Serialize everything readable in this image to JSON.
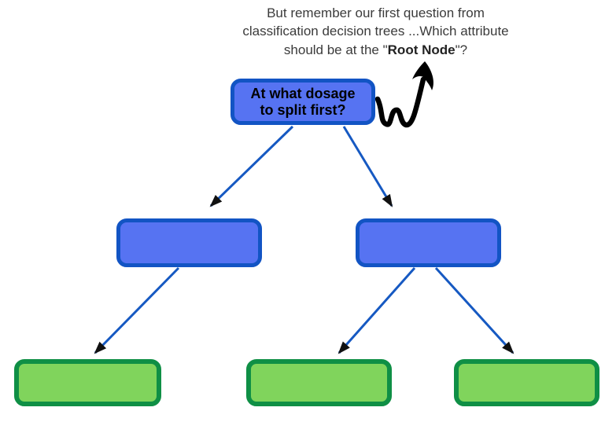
{
  "heading": {
    "line1": "But remember our first question from",
    "line2": "classification decision trees ...Which attribute",
    "line3_prefix": "should be at the \"",
    "line3_bold": "Root Node",
    "line3_suffix": "\"?"
  },
  "tree": {
    "root_node": {
      "label_line1": "At what dosage",
      "label_line2": "to split first?"
    },
    "internal_nodes": [
      {
        "label": ""
      },
      {
        "label": ""
      }
    ],
    "leaf_nodes": [
      {
        "label": ""
      },
      {
        "label": ""
      },
      {
        "label": ""
      }
    ]
  },
  "colors": {
    "blue_node_fill": "#5673f2",
    "blue_node_border": "#1254c4",
    "green_leaf_fill": "#80d45c",
    "green_leaf_border": "#0f8f45",
    "connector_blue": "#1659c2",
    "arrowhead_black": "#111111",
    "annotation_arrow_black": "#000000",
    "heading_text": "#3b3b3b"
  }
}
